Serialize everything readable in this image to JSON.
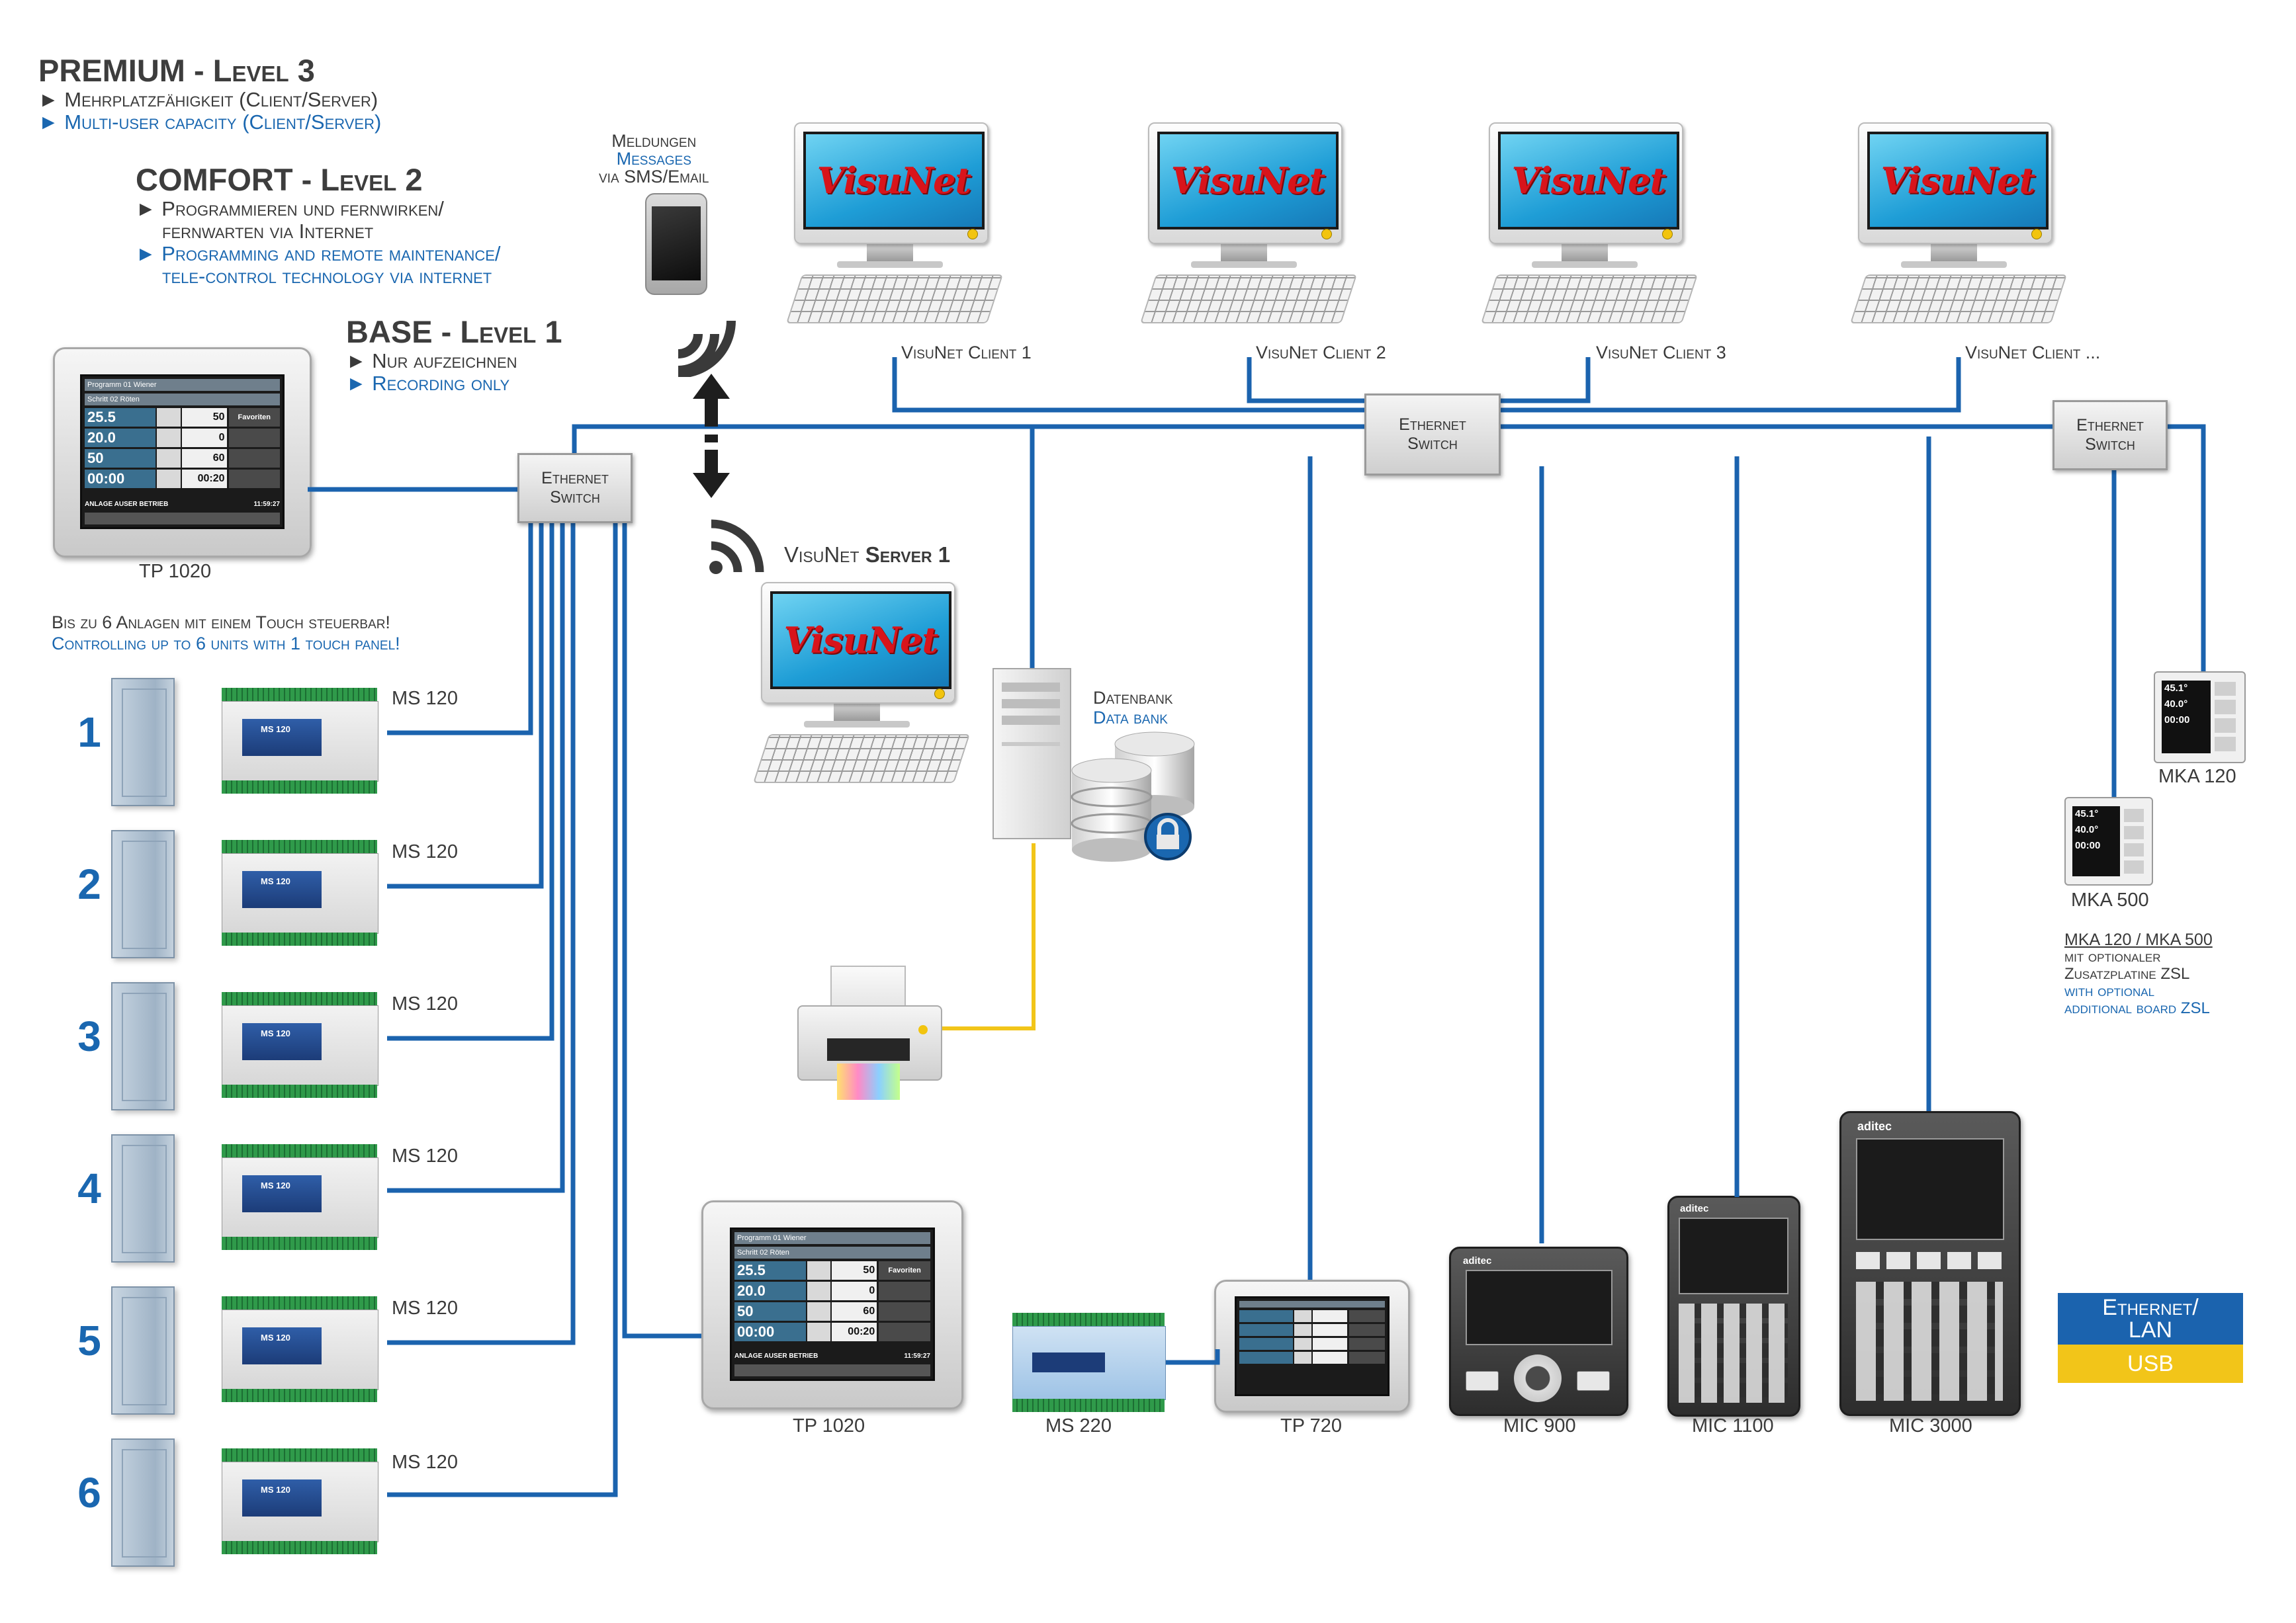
{
  "levels": {
    "premium": {
      "name": "PREMIUM",
      "level": "Level 3",
      "de": "► Mehrplatzfähigkeit (Client/Server)",
      "en": "► Multi-user capacity (Client/Server)"
    },
    "comfort": {
      "name": "COMFORT",
      "level": "Level 2",
      "de1": "► Programmieren und fernwirken/",
      "de2": "fernwarten via Internet",
      "en1": "► Programming and remote maintenance/",
      "en2": "tele-control technology via internet"
    },
    "base": {
      "name": "BASE",
      "level": "Level 1",
      "de": "► Nur aufzeichnen",
      "en": "► Recording only"
    }
  },
  "messages": {
    "de": "Meldungen",
    "en": "Messages",
    "via": "via SMS/Email"
  },
  "clients": [
    "VisuNet Client 1",
    "VisuNet Client 2",
    "VisuNet Client 3",
    "VisuNet Client ..."
  ],
  "brand": "VisuNet",
  "server": {
    "prefix": "VisuNet",
    "label": "Server 1"
  },
  "switch_label": {
    "line1": "Ethernet",
    "line2": "Switch"
  },
  "database": {
    "de": "Datenbank",
    "en": "Data bank"
  },
  "tp_top": {
    "name": "TP 1020",
    "hdr1": "Programm   01   Wiener",
    "hdr2": "Schritt   02   Röten",
    "rows": [
      {
        "val": "25.5",
        "num": "50"
      },
      {
        "val": "20.0",
        "num": "0"
      },
      {
        "val": "50",
        "num": "60"
      },
      {
        "val": "00:00",
        "num": "00:20"
      }
    ],
    "fav": "Favoriten",
    "status": "ANLAGE AUSER BETRIEB",
    "time": "11:59:27"
  },
  "control_note": {
    "de": "Bis zu 6 Anlagen mit einem Touch steuerbar!",
    "en": "Controlling up to 6 units with 1 touch panel!"
  },
  "units": [
    {
      "num": "1",
      "label": "MS 120"
    },
    {
      "num": "2",
      "label": "MS 120"
    },
    {
      "num": "3",
      "label": "MS 120"
    },
    {
      "num": "4",
      "label": "MS 120"
    },
    {
      "num": "5",
      "label": "MS 120"
    },
    {
      "num": "6",
      "label": "MS 120"
    }
  ],
  "bottom_devices": {
    "tp1020": "TP 1020",
    "ms220": "MS 220",
    "tp720": "TP 720",
    "mic900": "MIC 900",
    "mic1100": "MIC 1100",
    "mic3000": "MIC 3000"
  },
  "mic_logo": "aditec",
  "mka": {
    "mka120": "MKA 120",
    "mka500": "MKA 500",
    "note_title": "MKA 120 / MKA 500",
    "note_de1": "mit optionaler",
    "note_de2": "Zusatzplatine ZSL",
    "note_en1": "with optional",
    "note_en2": "additional board ZSL",
    "display": [
      "45.1°",
      "40.0°",
      "00:00"
    ]
  },
  "legend": {
    "eth1": "Ethernet/",
    "eth2": "LAN",
    "usb": "USB"
  },
  "colors": {
    "ethernet": "#1b63ae",
    "usb": "#f2c519",
    "accent": "#1a67b0",
    "brand_red": "#d8141b"
  }
}
